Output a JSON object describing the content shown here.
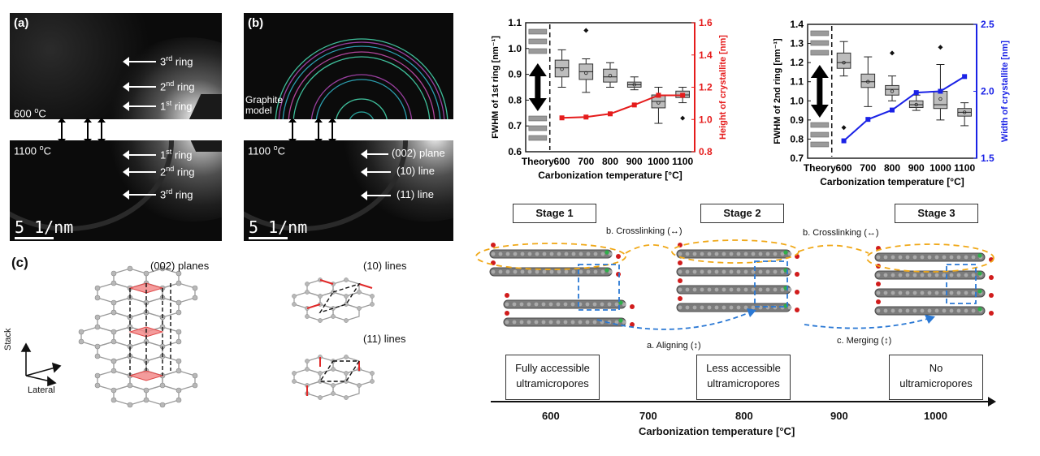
{
  "panel_a": {
    "label": "(a)",
    "temp_top": "600 °C",
    "temp_bottom": "1100 °C",
    "top_rings": [
      "3rd ring",
      "2nd ring",
      "1st ring"
    ],
    "bottom_rings": [
      "1st ring",
      "2nd ring",
      "3rd ring"
    ],
    "scale": "5 1/nm"
  },
  "panel_b": {
    "label": "(b)",
    "model_line1": "Graphite",
    "model_line2": "model",
    "temp_bottom": "1100 °C",
    "bottom_labels": [
      "(002) plane",
      "(10) line",
      "(11) line"
    ],
    "scale": "5 1/nm"
  },
  "panel_c": {
    "label": "(c)",
    "planes_label": "(002) planes",
    "lines10_label": "(10) lines",
    "lines11_label": "(11) lines",
    "axis_stack": "Stack",
    "axis_lateral": "Lateral"
  },
  "chart_data": [
    {
      "type": "box+line",
      "xlabel": "Carbonization temperature [°C]",
      "ylabel_left": "FWHM of 1st ring [nm⁻¹]",
      "ylabel_right": "Height of crystallite [nm]",
      "categories": [
        "Theory",
        "600",
        "700",
        "800",
        "900",
        "1000",
        "1100"
      ],
      "ylim_left": [
        0.6,
        1.1
      ],
      "ylim_right": [
        0.8,
        1.6
      ],
      "left_ticks": [
        "0.6",
        "0.7",
        "0.8",
        "0.9",
        "1.0",
        "1.1"
      ],
      "right_ticks": [
        "0.8",
        "1.0",
        "1.2",
        "1.4",
        "1.6"
      ],
      "right_color": "#e51c1c",
      "box_series": [
        {
          "x": "600",
          "min": 0.85,
          "q1": 0.89,
          "median": 0.925,
          "q3": 0.955,
          "max": 0.995,
          "mean": 0.92,
          "outliers": []
        },
        {
          "x": "700",
          "min": 0.83,
          "q1": 0.88,
          "median": 0.91,
          "q3": 0.94,
          "max": 0.96,
          "mean": 0.905,
          "outliers": [
            1.07
          ]
        },
        {
          "x": "800",
          "min": 0.85,
          "q1": 0.87,
          "median": 0.89,
          "q3": 0.92,
          "max": 0.945,
          "mean": 0.895,
          "outliers": []
        },
        {
          "x": "900",
          "min": 0.84,
          "q1": 0.85,
          "median": 0.86,
          "q3": 0.87,
          "max": 0.89,
          "mean": 0.86,
          "outliers": []
        },
        {
          "x": "1000",
          "min": 0.71,
          "q1": 0.77,
          "median": 0.795,
          "q3": 0.82,
          "max": 0.85,
          "mean": 0.79,
          "outliers": []
        },
        {
          "x": "1100",
          "min": 0.79,
          "q1": 0.81,
          "median": 0.82,
          "q3": 0.835,
          "max": 0.85,
          "mean": 0.82,
          "outliers": [
            0.73
          ]
        }
      ],
      "line_series": {
        "x": [
          "600",
          "700",
          "800",
          "900",
          "1000",
          "1100"
        ],
        "values": [
          1.01,
          1.015,
          1.035,
          1.09,
          1.15,
          1.15
        ]
      }
    },
    {
      "type": "box+line",
      "xlabel": "Carbonization temperature [°C]",
      "ylabel_left": "FWHM of 2nd ring [nm⁻¹]",
      "ylabel_right": "Width of crystallite [nm]",
      "categories": [
        "Theory",
        "600",
        "700",
        "800",
        "900",
        "1000",
        "1100"
      ],
      "ylim_left": [
        0.7,
        1.4
      ],
      "ylim_right": [
        1.5,
        2.5
      ],
      "left_ticks": [
        "0.7",
        "0.8",
        "0.9",
        "1.0",
        "1.1",
        "1.2",
        "1.3",
        "1.4"
      ],
      "right_ticks": [
        "1.5",
        "2.0",
        "2.5"
      ],
      "right_color": "#1a22e6",
      "box_series": [
        {
          "x": "600",
          "min": 1.13,
          "q1": 1.17,
          "median": 1.2,
          "q3": 1.25,
          "max": 1.31,
          "mean": 1.2,
          "outliers": [
            0.86
          ]
        },
        {
          "x": "700",
          "min": 0.97,
          "q1": 1.07,
          "median": 1.1,
          "q3": 1.14,
          "max": 1.23,
          "mean": 1.1,
          "outliers": []
        },
        {
          "x": "800",
          "min": 1.0,
          "q1": 1.03,
          "median": 1.06,
          "q3": 1.08,
          "max": 1.13,
          "mean": 1.05,
          "outliers": [
            1.25
          ]
        },
        {
          "x": "900",
          "min": 0.95,
          "q1": 0.965,
          "median": 0.98,
          "q3": 1.0,
          "max": 1.03,
          "mean": 0.98,
          "outliers": []
        },
        {
          "x": "1000",
          "min": 0.9,
          "q1": 0.96,
          "median": 0.98,
          "q3": 1.05,
          "max": 1.19,
          "mean": 1.01,
          "outliers": [
            1.28
          ]
        },
        {
          "x": "1100",
          "min": 0.87,
          "q1": 0.92,
          "median": 0.94,
          "q3": 0.96,
          "max": 0.99,
          "mean": 0.94,
          "outliers": []
        }
      ],
      "line_series": {
        "x": [
          "600",
          "700",
          "800",
          "900",
          "1000",
          "1100"
        ],
        "values": [
          1.63,
          1.79,
          1.86,
          1.99,
          2.0,
          2.11
        ]
      }
    }
  ],
  "schematic": {
    "stages": [
      "Stage 1",
      "Stage 2",
      "Stage 3"
    ],
    "crosslink_label": "b. Crosslinking (↔)",
    "aligning_label": "a. Aligning (↕)",
    "merging_label": "c. Merging (↕)",
    "accessibility": [
      [
        "Fully accessible",
        "ultramicropores"
      ],
      [
        "Less accessible",
        "ultramicropores"
      ],
      [
        "No",
        "ultramicropores"
      ]
    ],
    "temp_ticks": [
      "600",
      "700",
      "800",
      "900",
      "1000"
    ],
    "axis_title": "Carbonization temperature [°C]"
  }
}
